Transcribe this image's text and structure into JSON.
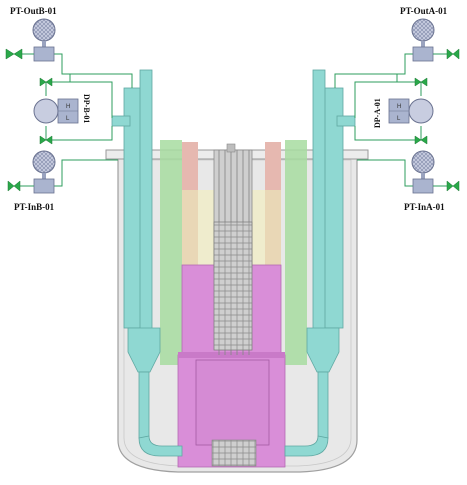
{
  "labels": {
    "pt_out_b": "PT-OutB-01",
    "pt_out_a": "PT-OutA-01",
    "pt_in_b": "PT-InB-01",
    "pt_in_a": "PT-InA-01",
    "dp_b": "DP-B-01",
    "dp_a": "DP-A-01",
    "dp_h": "H",
    "dp_l": "L"
  },
  "colors": {
    "signal_line": "#2e9e5e",
    "valve": "#2aa84a",
    "transmitter_dial": "#c8cde0",
    "transmitter_body": "#aab4cf",
    "vessel_fill": "#e4e4e4",
    "vessel_stroke": "#9a9a9a",
    "pipe_cyan": "#8fd8d2",
    "core_magenta": "#d98ed8",
    "barrel_green": "#a7dca0",
    "core_beige": "#efe8c8",
    "core_pink": "#e6b8b0",
    "rod_gray": "#bdbdbd"
  }
}
